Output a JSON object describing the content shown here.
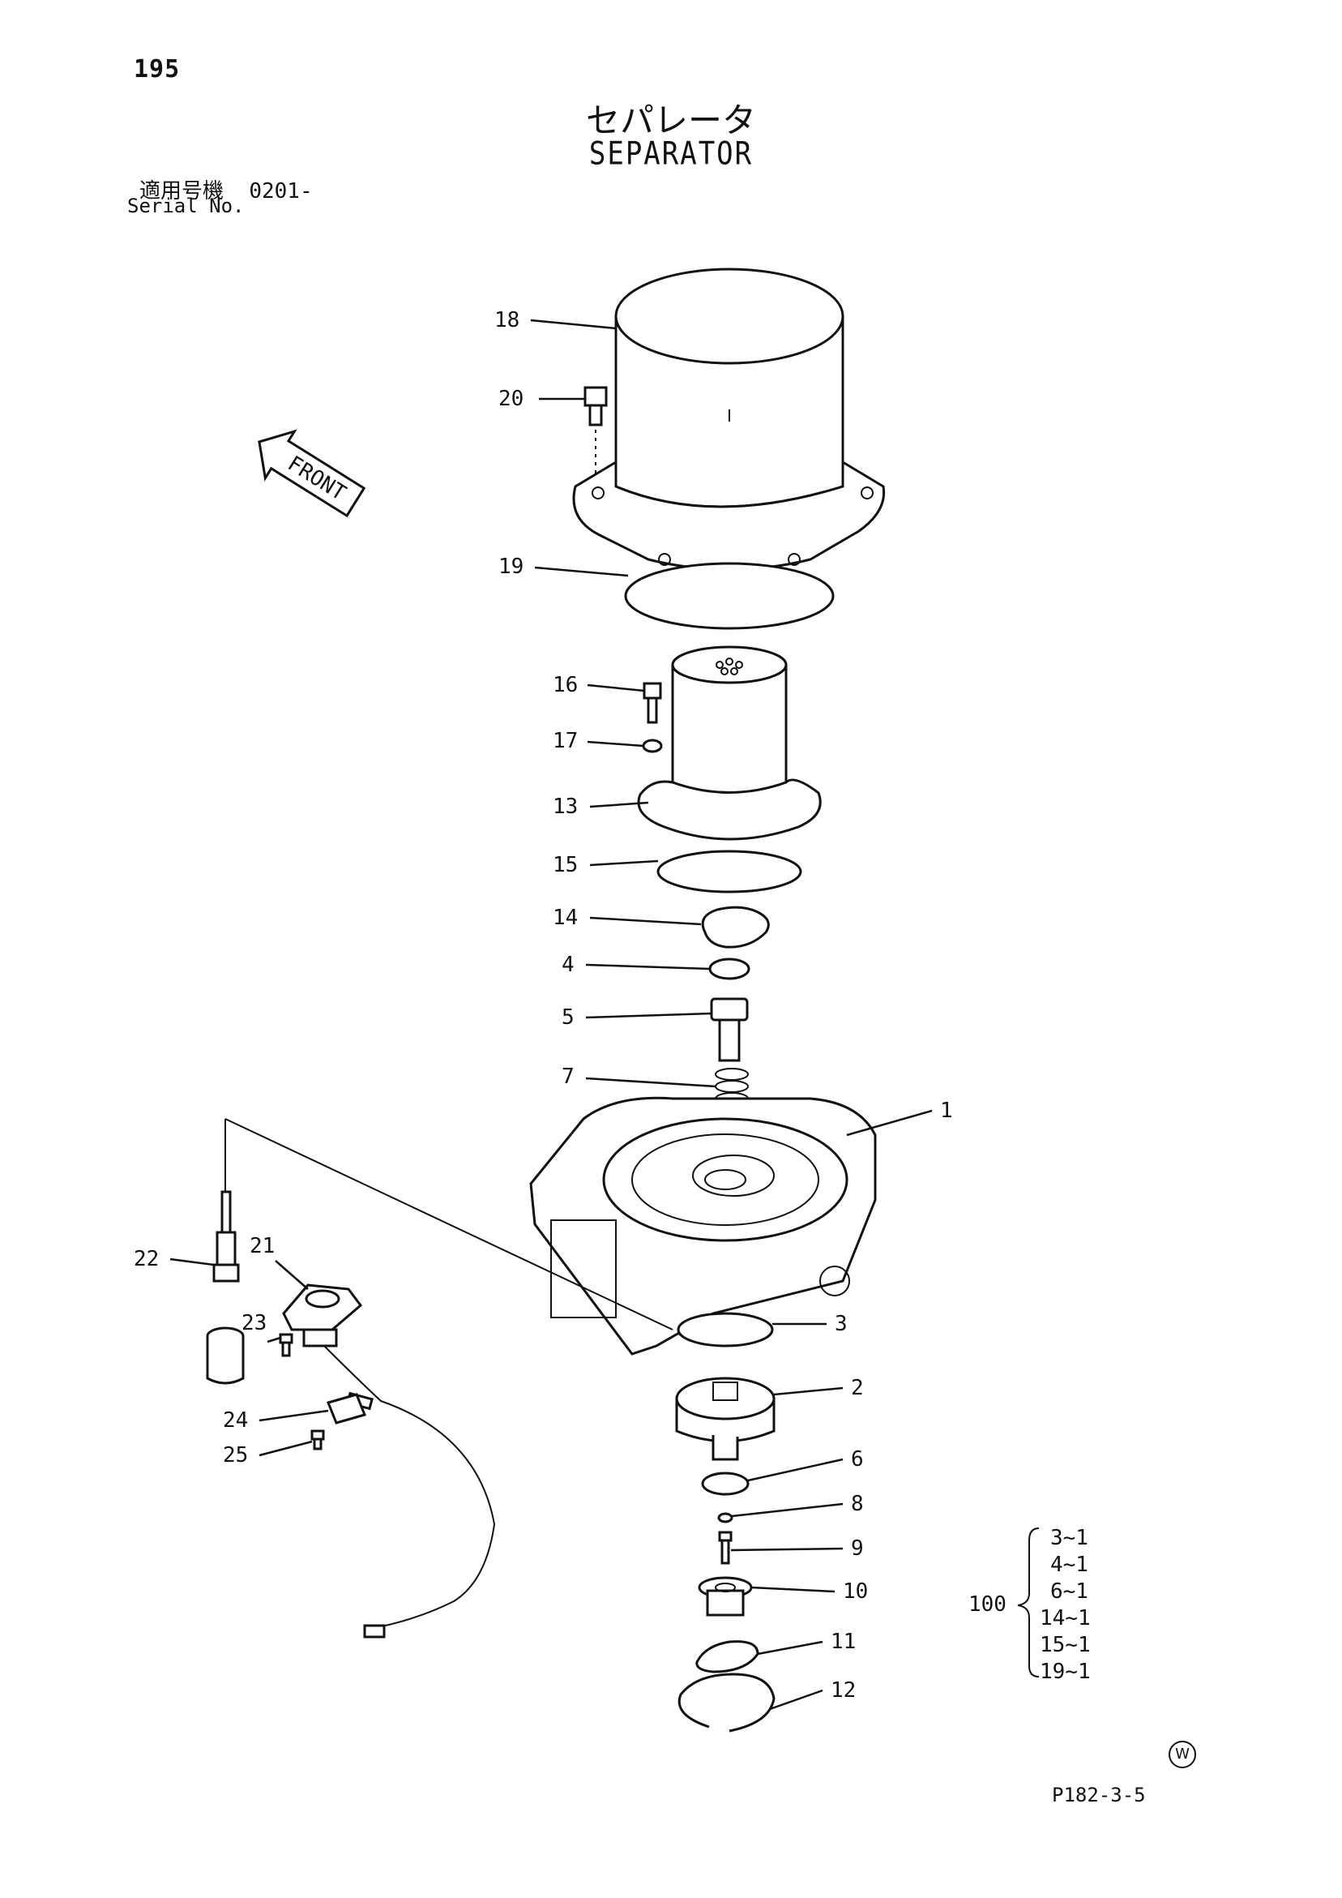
{
  "page_number": "195",
  "title_jp": "セパレータ",
  "title_en": "SEPARATOR",
  "serial": {
    "label_jp": "適用号機",
    "value": "0201-",
    "label_en": "Serial No."
  },
  "front_arrow_label": "FRONT",
  "callouts": [
    {
      "id": "18",
      "text": "18"
    },
    {
      "id": "20",
      "text": "20"
    },
    {
      "id": "19",
      "text": "19"
    },
    {
      "id": "16",
      "text": "16"
    },
    {
      "id": "17",
      "text": "17"
    },
    {
      "id": "13",
      "text": "13"
    },
    {
      "id": "15",
      "text": "15"
    },
    {
      "id": "14",
      "text": "14"
    },
    {
      "id": "4",
      "text": "4"
    },
    {
      "id": "5",
      "text": "5"
    },
    {
      "id": "7",
      "text": "7"
    },
    {
      "id": "1",
      "text": "1"
    },
    {
      "id": "3",
      "text": "3"
    },
    {
      "id": "2",
      "text": "2"
    },
    {
      "id": "6",
      "text": "6"
    },
    {
      "id": "8",
      "text": "8"
    },
    {
      "id": "9",
      "text": "9"
    },
    {
      "id": "10",
      "text": "10"
    },
    {
      "id": "11",
      "text": "11"
    },
    {
      "id": "12",
      "text": "12"
    },
    {
      "id": "22",
      "text": "22"
    },
    {
      "id": "21",
      "text": "21"
    },
    {
      "id": "23",
      "text": "23"
    },
    {
      "id": "24",
      "text": "24"
    },
    {
      "id": "25",
      "text": "25"
    }
  ],
  "kit": {
    "label": "100",
    "items": [
      "3~1",
      "4~1",
      "6~1",
      "14~1",
      "15~1",
      "19~1"
    ]
  },
  "watermark": "W",
  "doc_code": "P182-3-5"
}
